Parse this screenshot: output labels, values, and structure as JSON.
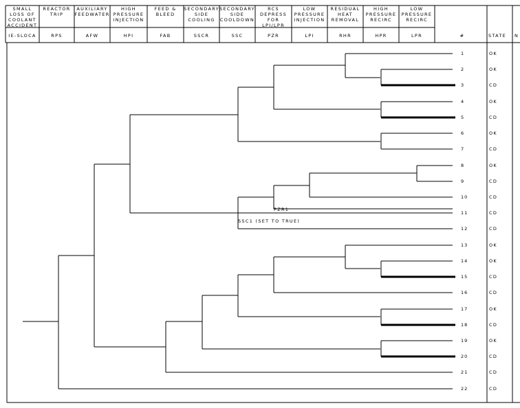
{
  "columns": [
    {
      "title": "SMALL LOSS OF\nCOOLANT\nACCIDENT",
      "code": "IE-SLOCA"
    },
    {
      "title": "REACTOR\nTRIP",
      "code": "RPS"
    },
    {
      "title": "AUXILIARY\nFEEDWATER",
      "code": "AFW"
    },
    {
      "title": "HIGH\nPRESSURE\nINJECTION",
      "code": "HPI"
    },
    {
      "title": "FEED &\nBLEED",
      "code": "FAB"
    },
    {
      "title": "SECONDARY\nSIDE\nCOOLING",
      "code": "SSCR"
    },
    {
      "title": "SECONDARY\nSIDE\nCOOLDOWN",
      "code": "SSC"
    },
    {
      "title": "RCS\nDEPRESS\nFOR LPI/LPR",
      "code": "PZR"
    },
    {
      "title": "LOW\nPRESSURE\nINJECTION",
      "code": "LPI"
    },
    {
      "title": "RESIDUAL\nHEAT\nREMOVAL",
      "code": "RHR"
    },
    {
      "title": "HIGH\nPRESSURE\nRECIRC",
      "code": "HPR"
    },
    {
      "title": "LOW\nPRESSURE\nRECIRC",
      "code": "LPR"
    }
  ],
  "seq_header": "#",
  "state_header": "STATE",
  "extra_header": "N",
  "sequences": [
    {
      "n": "1",
      "state": "OK"
    },
    {
      "n": "2",
      "state": "OK"
    },
    {
      "n": "3",
      "state": "CD"
    },
    {
      "n": "4",
      "state": "OK"
    },
    {
      "n": "5",
      "state": "CD"
    },
    {
      "n": "6",
      "state": "OK"
    },
    {
      "n": "7",
      "state": "CD"
    },
    {
      "n": "8",
      "state": "OK"
    },
    {
      "n": "9",
      "state": "CD"
    },
    {
      "n": "10",
      "state": "CD"
    },
    {
      "n": "11",
      "state": "CD"
    },
    {
      "n": "12",
      "state": "CD"
    },
    {
      "n": "13",
      "state": "OK"
    },
    {
      "n": "14",
      "state": "OK"
    },
    {
      "n": "15",
      "state": "CD"
    },
    {
      "n": "16",
      "state": "CD"
    },
    {
      "n": "17",
      "state": "OK"
    },
    {
      "n": "18",
      "state": "CD"
    },
    {
      "n": "19",
      "state": "OK"
    },
    {
      "n": "20",
      "state": "CD"
    },
    {
      "n": "21",
      "state": "CD"
    },
    {
      "n": "22",
      "state": "CD"
    }
  ],
  "annotations": [
    {
      "id": "pzr1",
      "text": "PZR1"
    },
    {
      "id": "ssc1",
      "text": "SSC1 (SET TO TRUE)"
    }
  ]
}
